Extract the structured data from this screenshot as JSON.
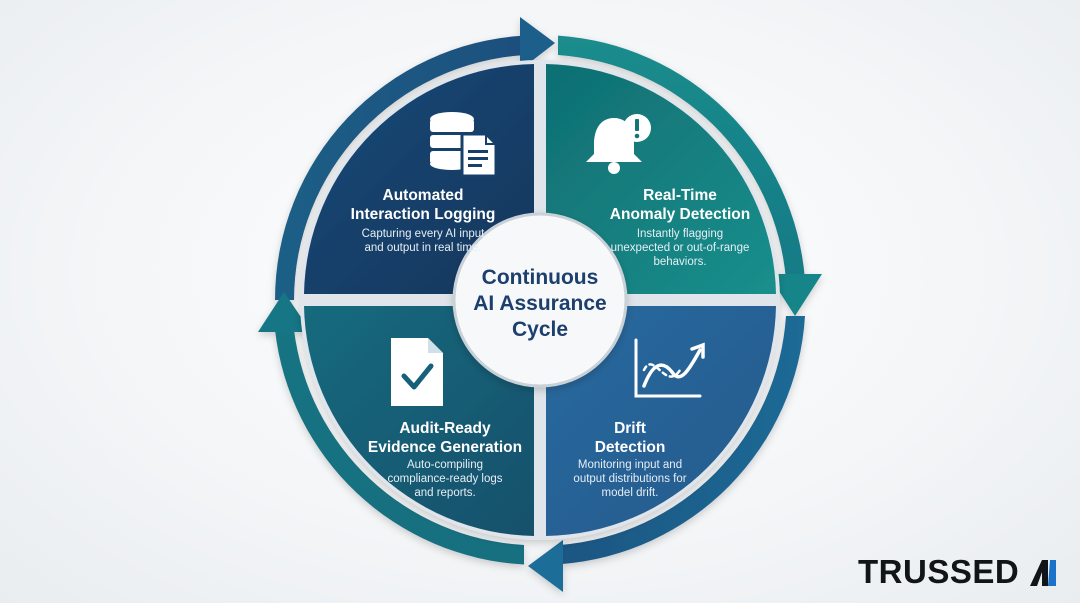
{
  "center": {
    "line1": "Continuous",
    "line2": "AI Assurance",
    "line3": "Cycle"
  },
  "quadrants": [
    {
      "id": "logging",
      "title_line1": "Automated",
      "title_line2": "Interaction Logging",
      "desc_line1": "Capturing every AI input",
      "desc_line2": "and output in real time.",
      "desc_line3": "",
      "icon": "database-document-icon",
      "color": "#1f4e79"
    },
    {
      "id": "anomaly",
      "title_line1": "Real-Time",
      "title_line2": "Anomaly Detection",
      "desc_line1": "Instantly flagging",
      "desc_line2": "unexpected or out-of-range",
      "desc_line3": "behaviors.",
      "icon": "alert-bell-icon",
      "color": "#16807f"
    },
    {
      "id": "drift",
      "title_line1": "Drift",
      "title_line2": "Detection",
      "desc_line1": "Monitoring input and",
      "desc_line2": "output distributions for",
      "desc_line3": "model drift.",
      "icon": "trend-chart-icon",
      "color": "#2b6a9f"
    },
    {
      "id": "audit",
      "title_line1": "Audit-Ready",
      "title_line2": "Evidence Generation",
      "desc_line1": "Auto-compiling",
      "desc_line2": "compliance-ready logs",
      "desc_line3": "and reports.",
      "icon": "checked-document-icon",
      "color": "#15607a"
    }
  ],
  "brand": {
    "name": "TRUSSED",
    "mark": "A",
    "colors": {
      "text": "#111418",
      "mark": "#1a73c8"
    }
  }
}
